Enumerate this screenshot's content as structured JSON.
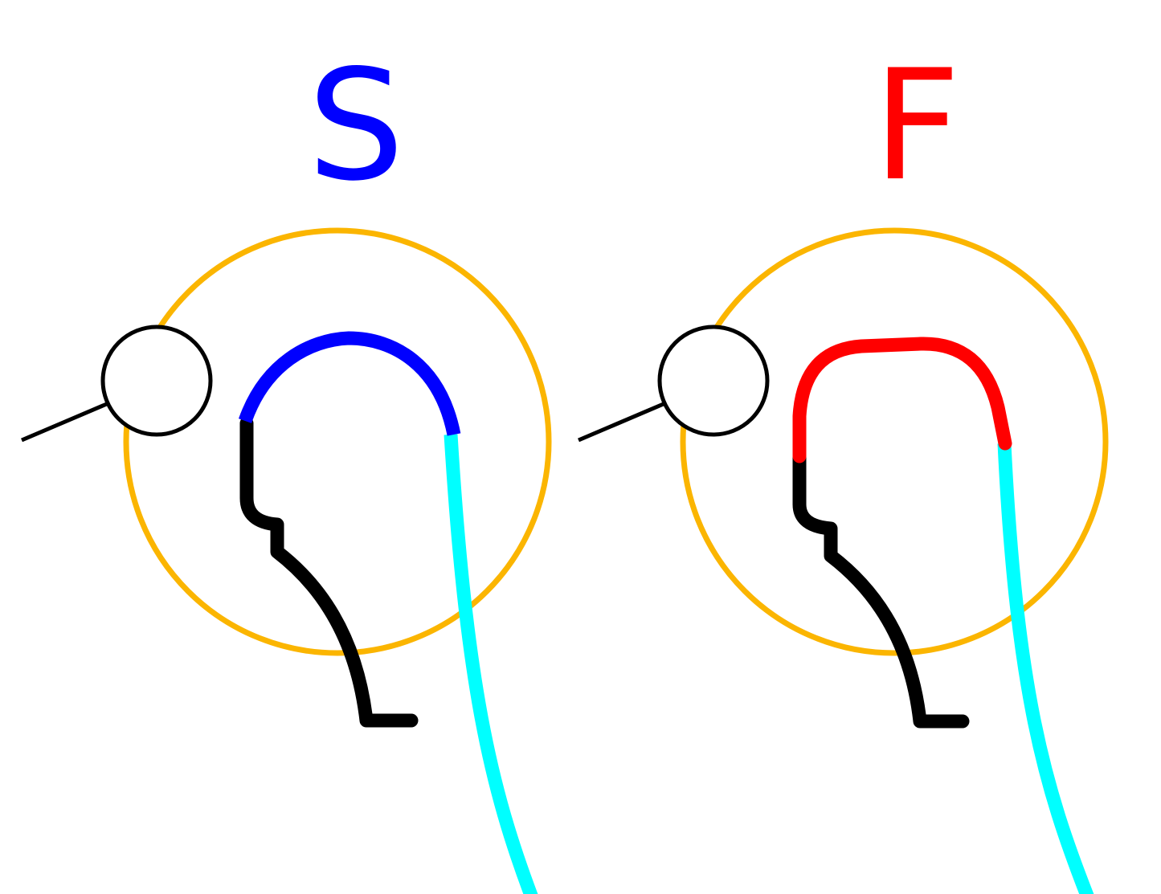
{
  "panels": [
    {
      "id": "s",
      "label": "S",
      "label_color": "#0000FF",
      "highlight_color": "#0000FF",
      "highlight_shape": "rounded-arch"
    },
    {
      "id": "f",
      "label": "F",
      "label_color": "#FF0000",
      "highlight_color": "#FF0000",
      "highlight_shape": "flat-top-arch"
    }
  ],
  "colors": {
    "background": "#FFFFFF",
    "outline": "#000000",
    "ring": "#FBB500",
    "tail": "#00FFFF"
  }
}
